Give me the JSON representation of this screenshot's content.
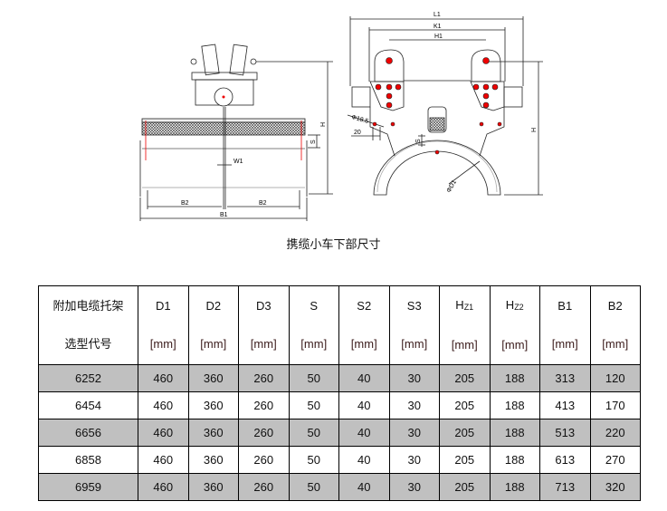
{
  "drawing": {
    "left_view_labels": {
      "w1": "W1",
      "b2_left": "B2",
      "b2_right": "B2",
      "b1": "B1",
      "h": "H",
      "s": "S"
    },
    "right_view_labels": {
      "l1": "L1",
      "k1": "K1",
      "h1": "H1",
      "h": "H",
      "hole": "Φ18.5",
      "offset": "20",
      "s": "S",
      "d1": "ΦD1"
    },
    "caption": "携缆小车下部尺寸"
  },
  "table": {
    "header_col0_line1": "附加电缆托架",
    "header_col0_line2": "选型代号",
    "unit": "[mm]",
    "columns": [
      {
        "main": "D1",
        "sub": ""
      },
      {
        "main": "D2",
        "sub": ""
      },
      {
        "main": "D3",
        "sub": ""
      },
      {
        "main": "S",
        "sub": ""
      },
      {
        "main": "S2",
        "sub": ""
      },
      {
        "main": "S3",
        "sub": ""
      },
      {
        "main": "H",
        "sub": "Z1"
      },
      {
        "main": "H",
        "sub": "Z2"
      },
      {
        "main": "B1",
        "sub": ""
      },
      {
        "main": "B2",
        "sub": ""
      }
    ],
    "rows": [
      {
        "shaded": true,
        "cells": [
          "6252",
          "460",
          "360",
          "260",
          "50",
          "40",
          "30",
          "205",
          "188",
          "313",
          "120"
        ]
      },
      {
        "shaded": false,
        "cells": [
          "6454",
          "460",
          "360",
          "260",
          "50",
          "40",
          "30",
          "205",
          "188",
          "413",
          "170"
        ]
      },
      {
        "shaded": true,
        "cells": [
          "6656",
          "460",
          "360",
          "260",
          "50",
          "40",
          "30",
          "205",
          "188",
          "513",
          "220"
        ]
      },
      {
        "shaded": false,
        "cells": [
          "6858",
          "460",
          "360",
          "260",
          "50",
          "40",
          "30",
          "205",
          "188",
          "613",
          "270"
        ]
      },
      {
        "shaded": true,
        "cells": [
          "6959",
          "460",
          "360",
          "260",
          "50",
          "40",
          "30",
          "205",
          "188",
          "713",
          "320"
        ]
      }
    ]
  }
}
